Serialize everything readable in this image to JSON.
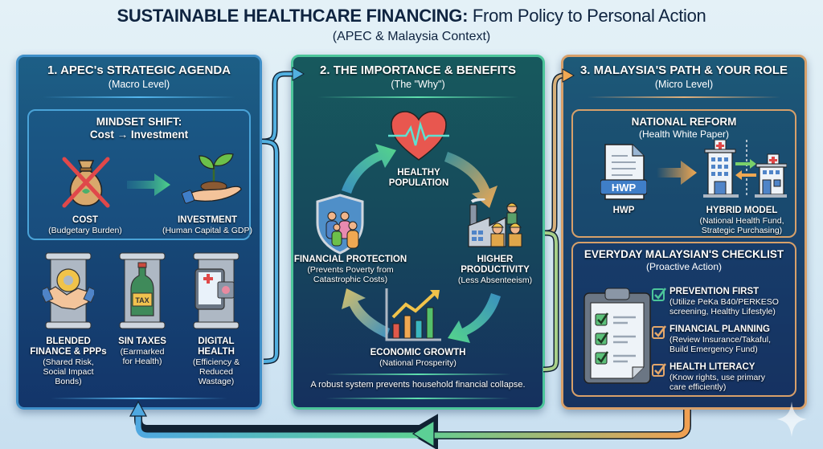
{
  "header": {
    "title_bold": "SUSTAINABLE HEALTHCARE FINANCING:",
    "title_rest": " From Policy to Personal Action",
    "subtitle": "(APEC & Malaysia Context)"
  },
  "panels": [
    {
      "title": "1. APEC's STRATEGIC AGENDA",
      "subtitle": "(Macro Level)",
      "accent": "#3f8fc8",
      "mindset": {
        "title": "MINDSET SHIFT:",
        "subtitle": "Cost → Investment",
        "from": {
          "label": "COST",
          "sub": "(Budgetary Burden)",
          "icon": "crossed-money-bag-icon"
        },
        "to": {
          "label": "INVESTMENT",
          "sub": "(Human Capital & GDP)",
          "icon": "hand-sprout-icon"
        }
      },
      "pillars": [
        {
          "label_lines": [
            "BLENDED",
            "FINANCE & PPPs"
          ],
          "sub_lines": [
            "(Shared Risk,",
            "Social Impact",
            "Bonds)"
          ],
          "icon": "handshake-gear-icon"
        },
        {
          "label_lines": [
            "SIN TAXES"
          ],
          "sub_lines": [
            "(Earmarked",
            "for Health)"
          ],
          "icon": "tax-bottle-icon",
          "badge": "TAX"
        },
        {
          "label_lines": [
            "DIGITAL",
            "HEALTH"
          ],
          "sub_lines": [
            "(Efficiency &",
            "Reduced",
            "Wastage)"
          ],
          "icon": "tablet-chip-icon"
        }
      ]
    },
    {
      "title": "2. THE IMPORTANCE & BENEFITS",
      "subtitle": "(The \"Why\")",
      "accent": "#4cc59a",
      "cycle": [
        {
          "label_lines": [
            "HEALTHY",
            "POPULATION"
          ],
          "sub_lines": [],
          "icon": "heart-pulse-icon"
        },
        {
          "label_lines": [
            "HIGHER",
            "PRODUCTIVITY"
          ],
          "sub_lines": [
            "(Less Absenteeism)"
          ],
          "icon": "factory-workers-icon"
        },
        {
          "label_lines": [
            "ECONOMIC GROWTH"
          ],
          "sub_lines": [
            "(National Prosperity)"
          ],
          "icon": "growth-chart-icon"
        },
        {
          "label_lines": [
            "FINANCIAL PROTECTION"
          ],
          "sub_lines": [
            "(Prevents Poverty from",
            "Catastrophic Costs)"
          ],
          "icon": "shield-family-icon"
        }
      ],
      "note": "A robust system prevents household financial collapse."
    },
    {
      "title": "3. MALAYSIA'S PATH & YOUR ROLE",
      "subtitle": "(Micro Level)",
      "accent": "#d7a06a",
      "reform": {
        "title": "NATIONAL REFORM",
        "subtitle": "(Health White Paper)",
        "doc": {
          "label": "HWP",
          "badge": "HWP",
          "icon": "document-icon"
        },
        "model": {
          "label": "HYBRID MODEL",
          "sub_lines": [
            "(National Health Fund,",
            "Strategic Purchasing)"
          ],
          "icon": "hospitals-exchange-icon"
        }
      },
      "checklist": {
        "title": "EVERYDAY MALAYSIAN'S CHECKLIST",
        "subtitle": "(Proactive Action)",
        "items": [
          {
            "label": "PREVENTION FIRST",
            "sub_lines": [
              "(Utilize PeKa B40/PERKESO",
              "screening, Healthy Lifestyle)"
            ],
            "check_color": "#4cc59a"
          },
          {
            "label": "FINANCIAL PLANNING",
            "sub_lines": [
              "(Review Insurance/Takaful,",
              "Build Emergency Fund)"
            ],
            "check_color": "#e3a66a"
          },
          {
            "label": "HEALTH LITERACY",
            "sub_lines": [
              "(Know rights, use primary",
              "care efficiently)"
            ],
            "check_color": "#e3a66a"
          }
        ]
      }
    }
  ],
  "colors": {
    "background": "#dcebf5",
    "title_text": "#0f2440",
    "blue_flow": "#4fa8e0",
    "green_flow": "#5ccf95",
    "orange_flow": "#f0a052"
  }
}
